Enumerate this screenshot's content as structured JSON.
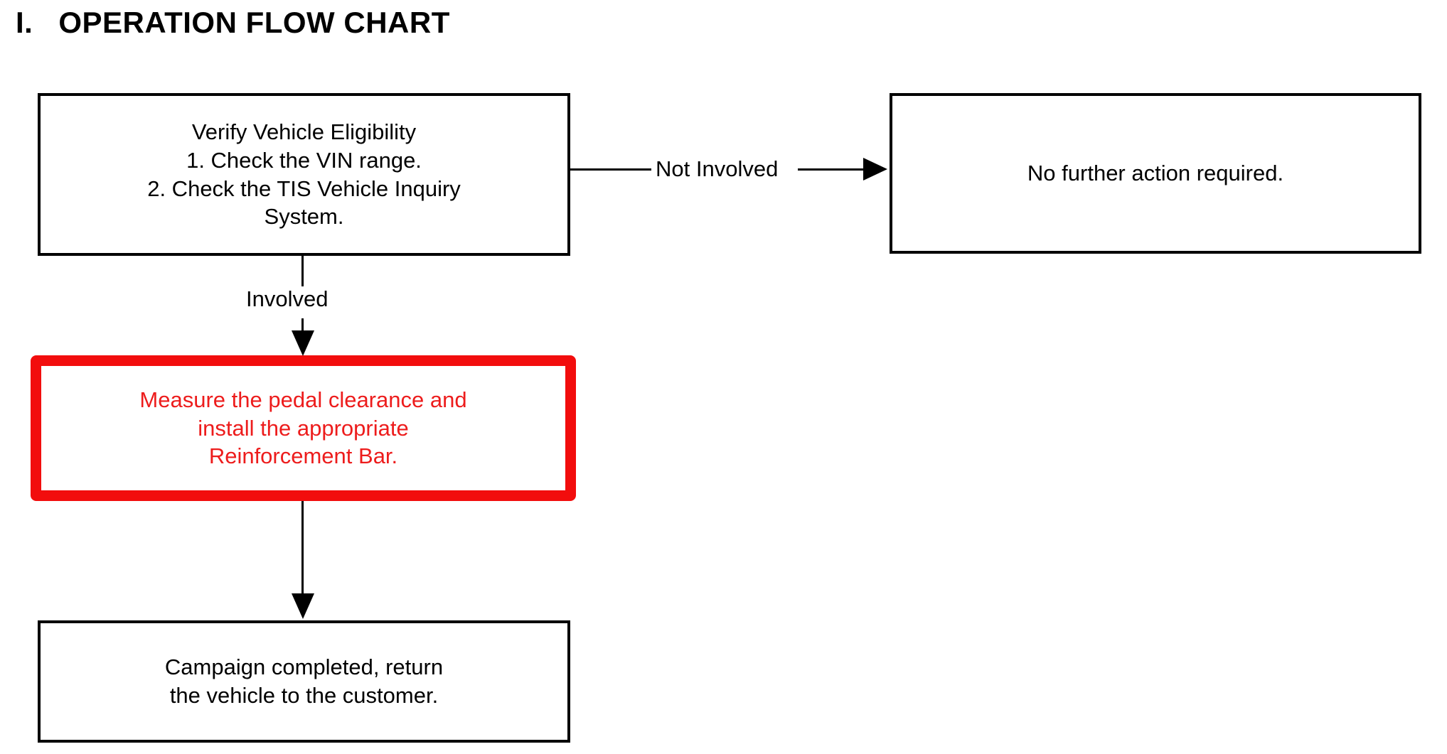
{
  "page": {
    "title_numeral": "I.",
    "title_text": "OPERATION FLOW CHART",
    "background_color": "#ffffff",
    "text_color": "#000000",
    "alert_color": "#ed1c1c"
  },
  "chart_data": {
    "type": "diagram",
    "diagram_kind": "flowchart",
    "title": "OPERATION FLOW CHART",
    "nodes": [
      {
        "id": "verify",
        "label": "Verify Vehicle Eligibility\n1. Check the VIN range.\n2. Check the TIS Vehicle Inquiry System.",
        "style": "plain",
        "border_color": "#000000",
        "text_color": "#000000"
      },
      {
        "id": "no-action",
        "label": "No further action required.",
        "style": "plain",
        "border_color": "#000000",
        "text_color": "#000000"
      },
      {
        "id": "measure",
        "label": "Measure the pedal clearance and install the appropriate Reinforcement Bar.",
        "style": "alert",
        "border_color": "#f20d0d",
        "text_color": "#ed1c1c"
      },
      {
        "id": "complete",
        "label": "Campaign completed, return the vehicle to the customer.",
        "style": "plain",
        "border_color": "#000000",
        "text_color": "#000000"
      }
    ],
    "edges": [
      {
        "id": "e1",
        "from": "verify",
        "to": "no-action",
        "label": "Not Involved",
        "direction": "right"
      },
      {
        "id": "e2",
        "from": "verify",
        "to": "measure",
        "label": "Involved",
        "direction": "down"
      },
      {
        "id": "e3",
        "from": "measure",
        "to": "complete",
        "label": "",
        "direction": "down"
      }
    ]
  },
  "nodes": {
    "verify": {
      "line1": "Verify Vehicle Eligibility",
      "line2": "1. Check the VIN range.",
      "line3": "2. Check the TIS Vehicle Inquiry",
      "line4": "System.",
      "text": "Verify Vehicle Eligibility\n1. Check the VIN range.\n2. Check the TIS Vehicle Inquiry\nSystem."
    },
    "no_action": {
      "text": "No further action required."
    },
    "measure": {
      "line1": "Measure the pedal clearance and",
      "line2": "install the appropriate",
      "line3": "Reinforcement Bar.",
      "text": "Measure the pedal clearance and\ninstall the appropriate\nReinforcement Bar."
    },
    "complete": {
      "line1": "Campaign completed, return",
      "line2": "the vehicle to the customer.",
      "text": "Campaign completed, return\nthe vehicle to the customer."
    }
  },
  "edges": {
    "not_involved_label": "Not Involved",
    "involved_label": "Involved"
  }
}
